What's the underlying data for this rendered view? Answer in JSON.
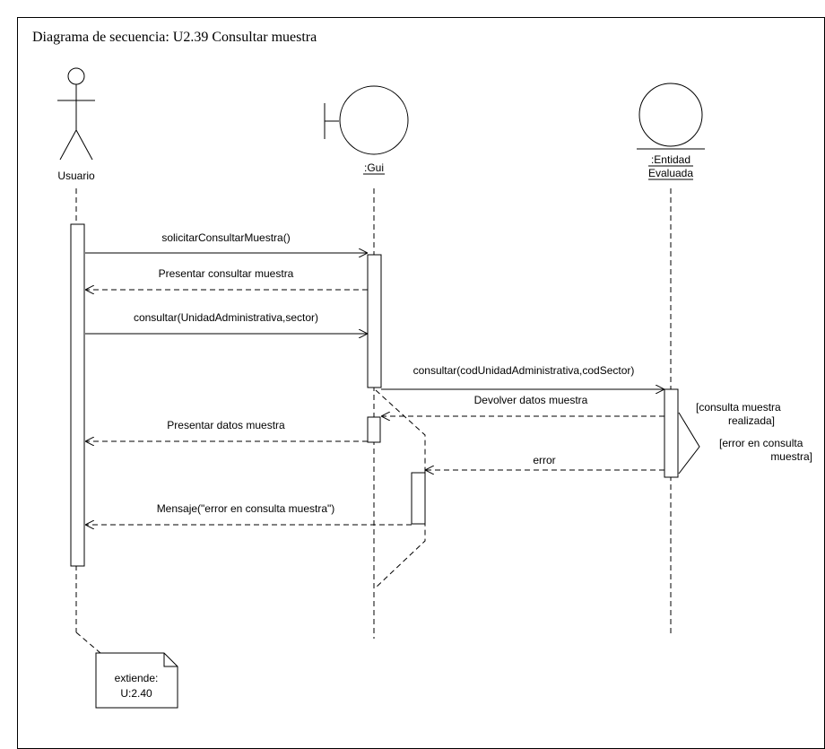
{
  "diagram": {
    "title": "Diagrama de secuencia: U2.39 Consultar muestra",
    "participants": {
      "usuario": "Usuario",
      "gui": ":Gui",
      "entidad_line1": ":Entidad",
      "entidad_line2": "Evaluada"
    },
    "messages": [
      "solicitarConsultarMuestra()",
      "Presentar consultar muestra",
      "consultar(UnidadAdministrativa,sector)",
      "consultar(codUnidadAdministrativa,codSector)",
      "Devolver datos muestra",
      "Presentar datos muestra",
      "error",
      "Mensaje(\"error en consulta muestra\")"
    ],
    "guards": {
      "g1_line1": "[consulta muestra",
      "g1_line2": "realizada]",
      "g2_line1": "[error en consulta",
      "g2_line2": "muestra]"
    },
    "note": {
      "line1": "extiende:",
      "line2": "U:2.40"
    }
  }
}
